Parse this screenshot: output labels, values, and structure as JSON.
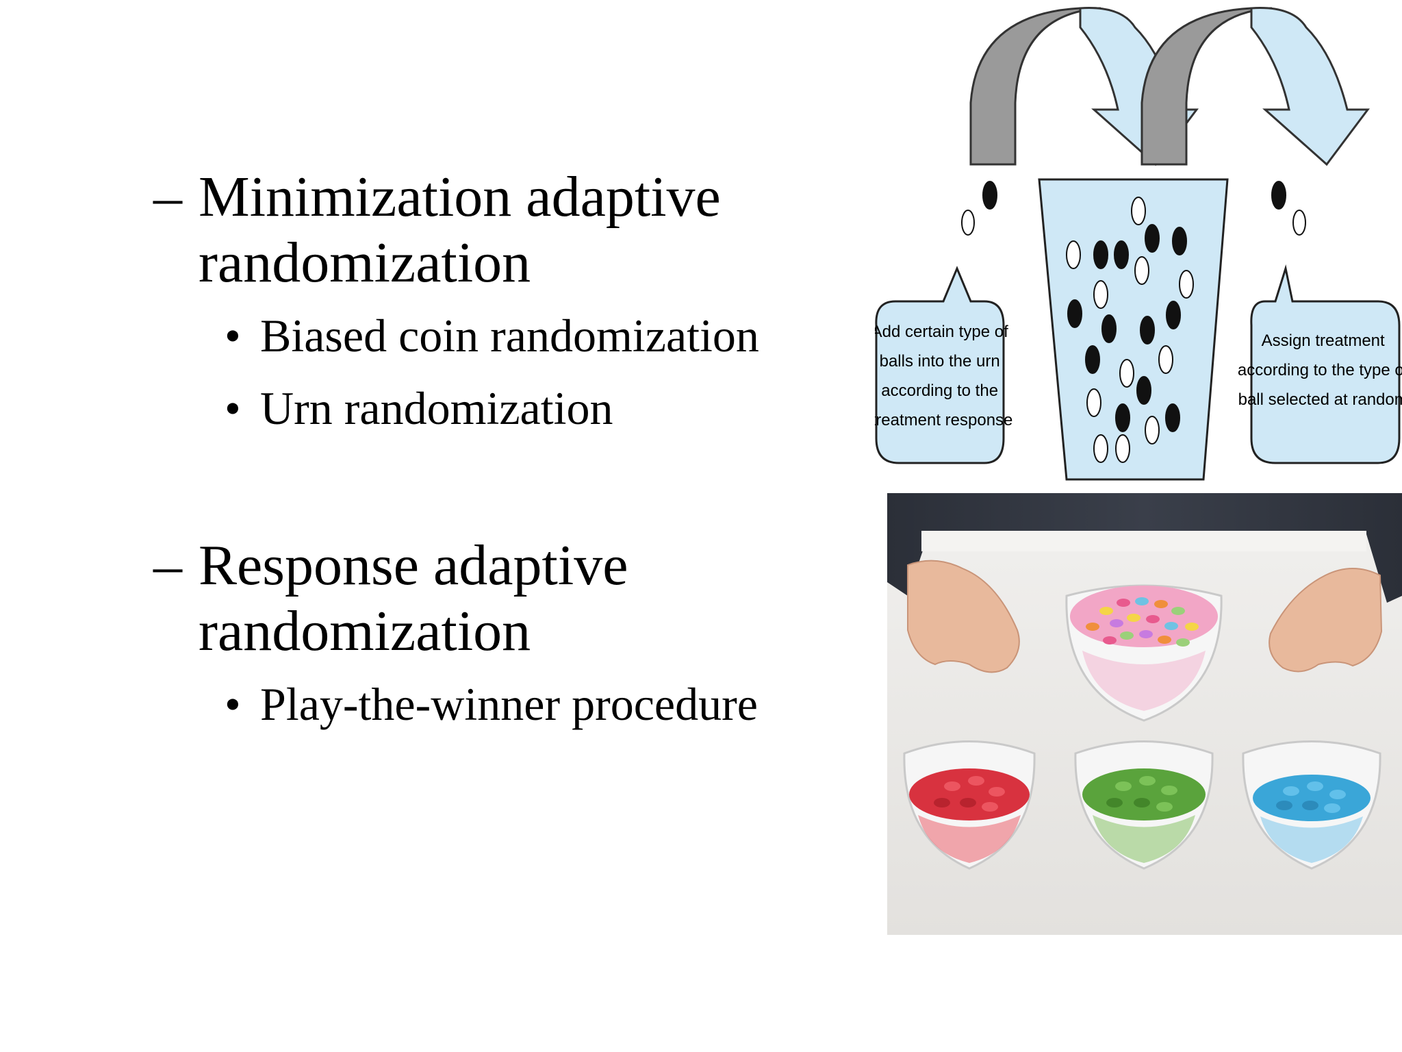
{
  "bullets": [
    {
      "marker": "–",
      "text": "Minimization adaptive randomization"
    },
    {
      "marker": "•",
      "text": "Biased coin randomization"
    },
    {
      "marker": "•",
      "text": "Urn randomization"
    },
    {
      "marker": "–",
      "text": "Response adaptive randomization"
    },
    {
      "marker": "•",
      "text": "Play-the-winner procedure"
    }
  ],
  "diagram": {
    "left_callout": [
      "Add certain type of",
      "balls into the urn",
      "according to the",
      "treatment response"
    ],
    "right_callout": [
      "Assign treatment",
      "according to the type of",
      "ball selected at random."
    ]
  },
  "colors": {
    "urn_fill": "#cfe8f6",
    "arrow_dark": "#9a9a9a",
    "arrow_light": "#cfe8f6",
    "candy_red": "#d8323f",
    "candy_green": "#5aa33c",
    "candy_blue": "#3aa6d8"
  }
}
